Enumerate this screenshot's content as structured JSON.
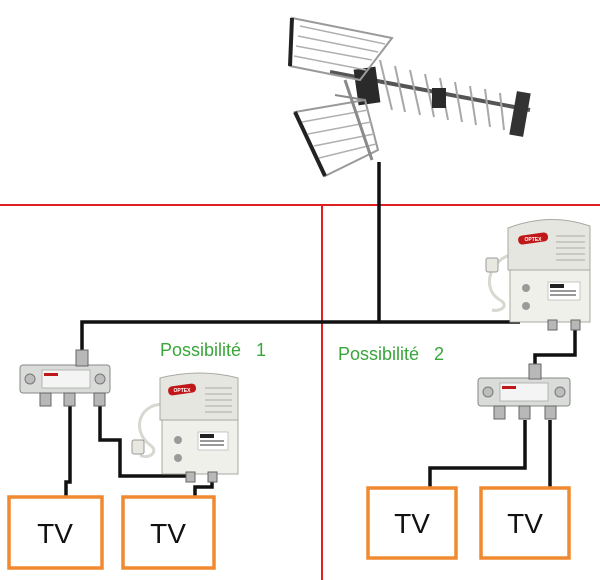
{
  "labels": {
    "option_1": "Possibilité   1",
    "option_2": "Possibilité   2"
  },
  "tv_sets": [
    {
      "label": "TV"
    },
    {
      "label": "TV"
    },
    {
      "label": "TV"
    },
    {
      "label": "TV"
    }
  ],
  "device_brand": "OPTEX",
  "colors": {
    "separator": "#e02020",
    "cable": "#111111",
    "tv_border": "#f08a30",
    "label": "#3aa53a"
  }
}
